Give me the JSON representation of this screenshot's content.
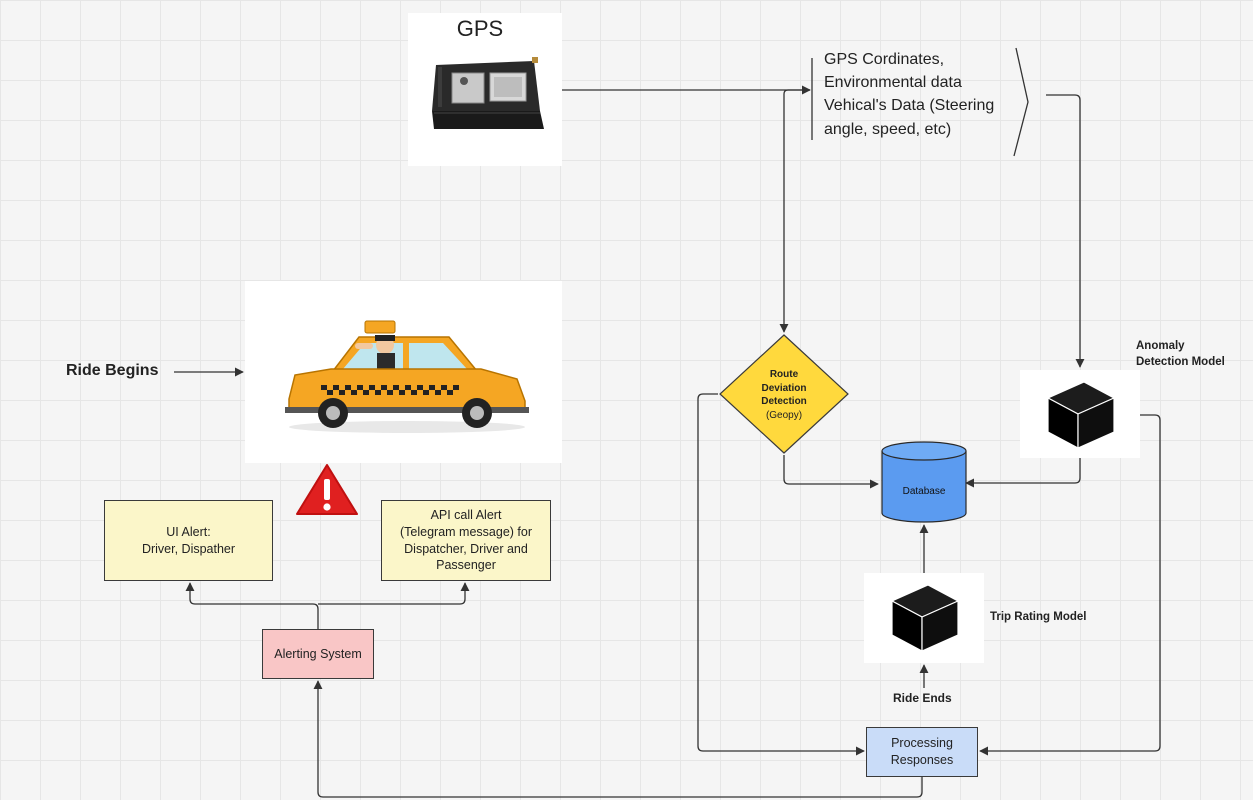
{
  "gps": {
    "title": "GPS"
  },
  "data_streams": {
    "lines": [
      "GPS Cordinates,",
      "Environmental data",
      "Vehical's Data (Steering",
      "angle, speed, etc)"
    ]
  },
  "ride_begins": "Ride Begins",
  "ui_alert": {
    "lines": [
      "UI Alert:",
      "Driver, Dispather"
    ]
  },
  "api_alert": {
    "lines": [
      "API call Alert",
      "(Telegram message) for",
      "Dispatcher, Driver and",
      "Passenger"
    ]
  },
  "alerting_system": "Alerting System",
  "route_deviation": {
    "lines": [
      "Route",
      "Deviation",
      "Detection"
    ],
    "sub": "(Geopy)"
  },
  "database": "Database",
  "anomaly_model": {
    "lines": [
      "Anomaly",
      "Detection Model"
    ]
  },
  "trip_rating_model": "Trip Rating Model",
  "ride_ends": "Ride Ends",
  "processing": {
    "lines": [
      "Processing",
      "Responses"
    ]
  },
  "colors": {
    "taxi": "#f5a623",
    "diamond": "#ffd93d",
    "database": "#5b9bf0",
    "alert_red": "#e02020",
    "ui_alert_bg": "#fbf6c9",
    "alerting_bg": "#f9c6c6",
    "processing_bg": "#c9dcf8"
  },
  "icons": [
    "gps-module-icon",
    "taxi-driver-icon",
    "warning-icon",
    "black-box-icon",
    "database-icon"
  ]
}
